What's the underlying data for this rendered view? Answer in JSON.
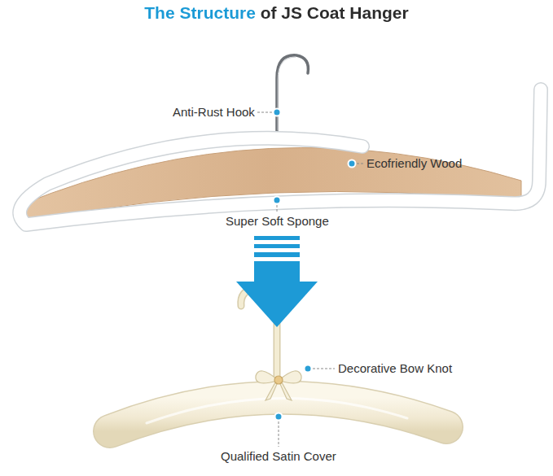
{
  "diagram": {
    "title": "The Structure of JS Coat Hanger",
    "labels": [
      "Anti-Rust Hook",
      "Ecofriendly Wood",
      "Super Soft Sponge",
      "Decorative Bow Knot",
      "Qualified Satin Cover"
    ]
  }
}
